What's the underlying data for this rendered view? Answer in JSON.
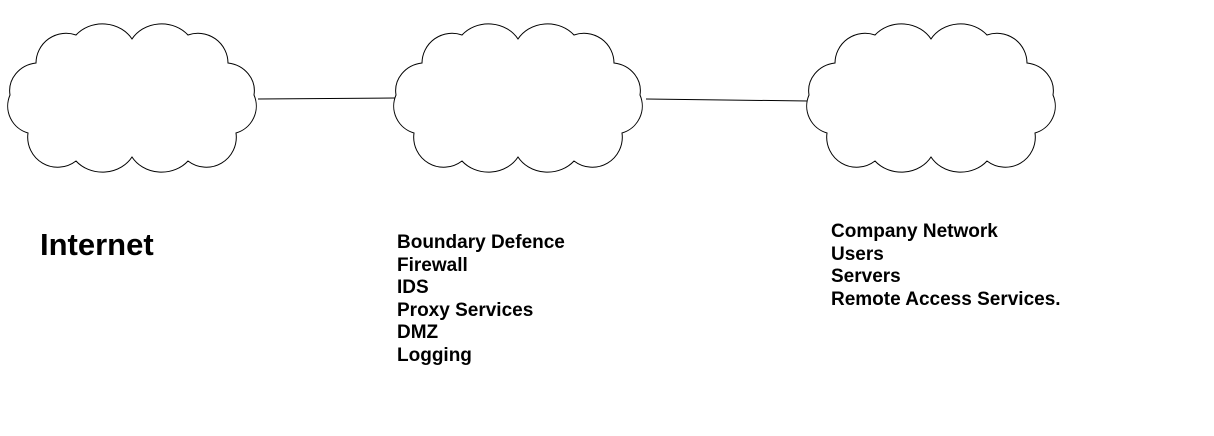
{
  "clouds": [
    {
      "id": "internet",
      "lines": [
        "Internet"
      ]
    },
    {
      "id": "boundary",
      "lines": [
        "Boundary Defence",
        "Firewall",
        "IDS",
        "Proxy Services",
        "DMZ",
        "Logging"
      ]
    },
    {
      "id": "company",
      "lines": [
        "Company Network",
        "Users",
        "Servers",
        "Remote Access Services."
      ]
    }
  ],
  "colors": {
    "stroke": "#000000",
    "background": "#ffffff",
    "text": "#000000"
  }
}
